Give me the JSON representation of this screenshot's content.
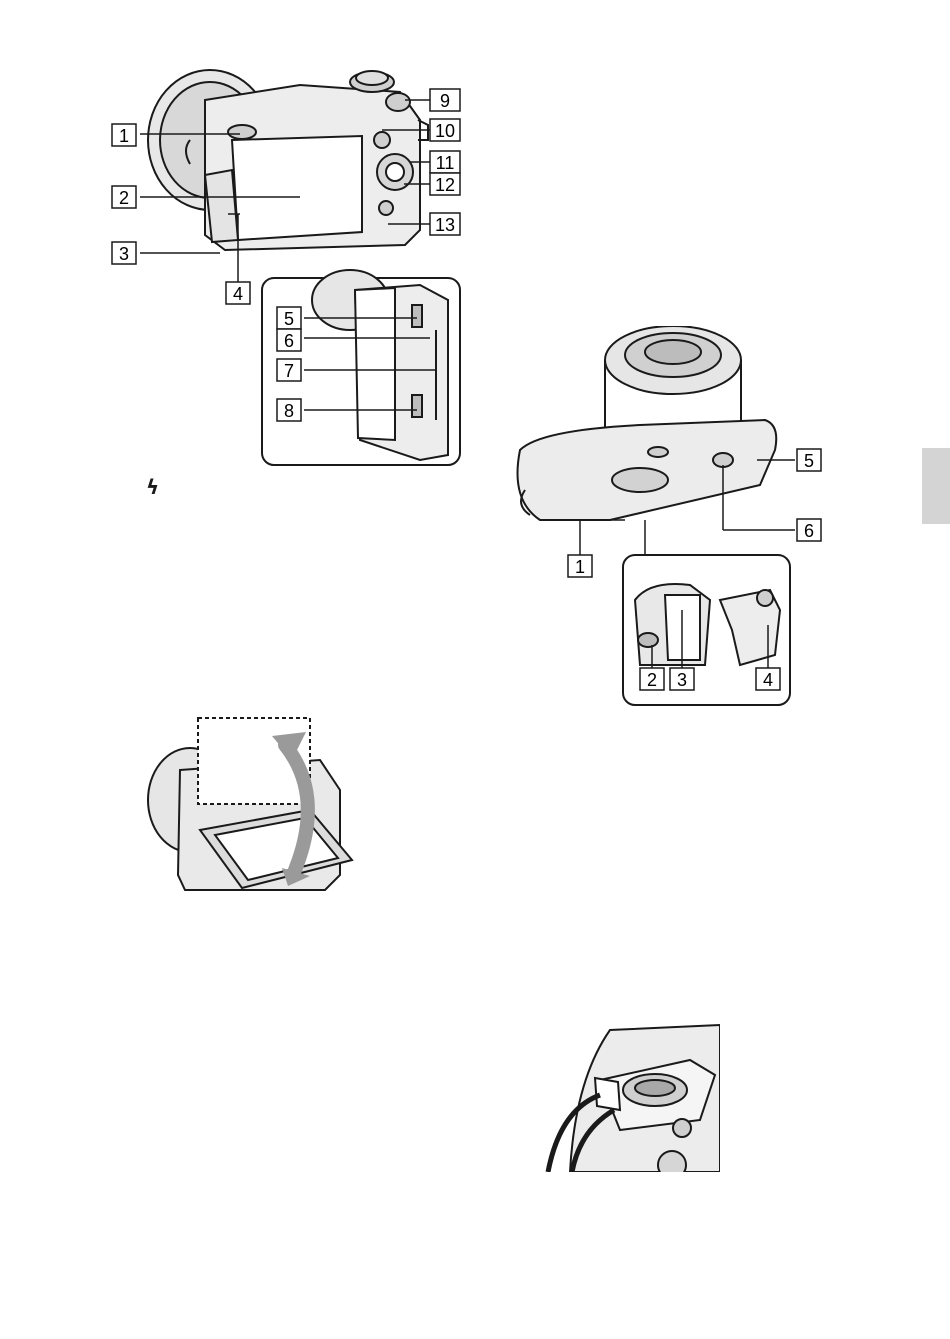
{
  "flash_symbol": "ϟ",
  "figure_rear": {
    "callouts": [
      "1",
      "2",
      "3",
      "4",
      "9",
      "10",
      "11",
      "12",
      "13"
    ],
    "inset_callouts": [
      "5",
      "6",
      "7",
      "8"
    ]
  },
  "figure_bottom": {
    "callouts": [
      "5",
      "6",
      "1"
    ],
    "inset_callouts": [
      "2",
      "3",
      "4"
    ]
  },
  "colors": {
    "line": "#1a1a1a",
    "body": "#cfcfcf",
    "shade": "#9a9a9a",
    "dark": "#6a6a6a",
    "tab": "#d4d4d4"
  }
}
